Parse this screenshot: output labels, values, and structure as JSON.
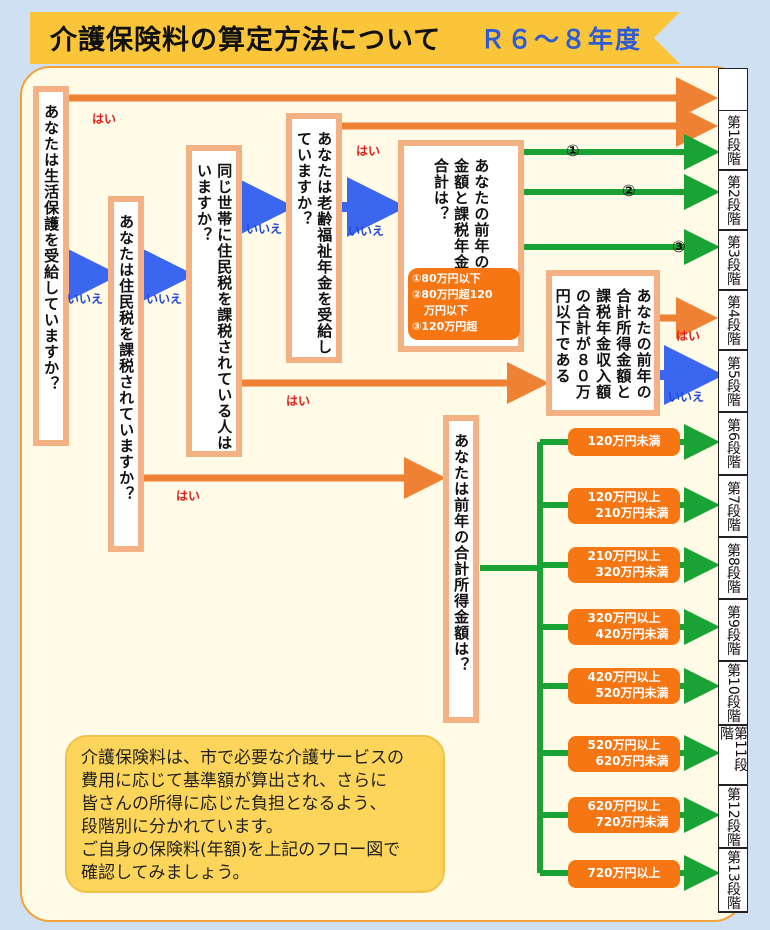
{
  "header": {
    "title": "介護保険料の算定方法について",
    "year": "Ｒ６～８年度"
  },
  "questions": {
    "q1": "あなたは生活保護を受給していますか？",
    "q2": "あなたは住民税を課税されていますか？",
    "q3": "同じ世帯に住民税を課税されている人はいますか？",
    "q4": "あなたは老齢福祉年金を受給していますか？",
    "q5": "あなたの前年の合計所得金額と課税年金収入額の合計は？",
    "q6": "あなたの前年の合計所得金額と課税年金収入額の合計が８０万円以下である",
    "q7": "あなたは前年の合計所得金額は？"
  },
  "legend": [
    "①80万円以下",
    "②80万円超120",
    "万円以下",
    "③120万円超"
  ],
  "labels": {
    "yes": "はい",
    "no": "いいえ"
  },
  "markers": [
    "①",
    "②",
    "③"
  ],
  "income_ranges": [
    "120万円未満",
    "120万円以上",
    "210万円以上",
    "320万円以上",
    "420万円以上",
    "520万円以上",
    "620万円以上",
    "720万円以上"
  ],
  "income_ranges_b": [
    "",
    "210万円未満",
    "320万円未満",
    "420万円未満",
    "520万円未満",
    "620万円未満",
    "720万円未満",
    ""
  ],
  "stages": [
    "第1段階",
    "第2段階",
    "第3段階",
    "第4段階",
    "第5段階",
    "第6段階",
    "第7段階",
    "第8段階",
    "第9段階",
    "第10段階",
    "第11段階",
    "第12段階",
    "第13段階"
  ],
  "note": "介護保険料は、市で必要な介護サービスの\n費用に応じて基準額が算出され、さらに\n皆さんの所得に応じた負担となるよう、\n段階別に分かれています。\n ご自身の保険料(年額)を上記のフロー図で\n確認してみましょう。"
}
